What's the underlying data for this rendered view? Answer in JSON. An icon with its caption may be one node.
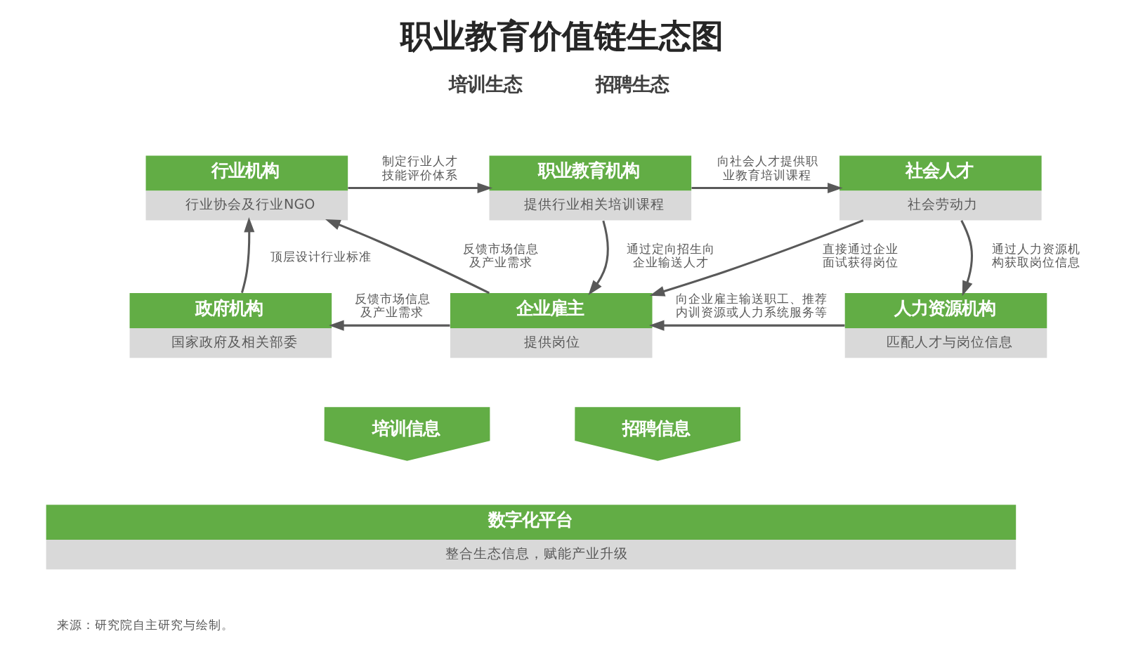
{
  "diagram": {
    "title": "职业教育价值链生态图",
    "nodes": [
      {
        "text": [
          "行业机构",
          "行业协会及行业NGO"
        ]
      },
      {
        "text": [
          "职业教育机构",
          "提供行业相关培训课程"
        ]
      },
      {
        "text": [
          "社会人才",
          "社会劳动力"
        ]
      },
      {
        "text": [
          "政府机构",
          "国家政府及相关部委"
        ]
      },
      {
        "text": [
          "企业雇主",
          "提供岗位"
        ]
      },
      {
        "text": [
          "人力资源机构",
          "匹配人才与岗位信息"
        ]
      },
      {
        "text": [
          "培训信息"
        ]
      },
      {
        "text": [
          "招聘信息"
        ]
      },
      {
        "text": [
          "数字化平台",
          "整合生态信息，赋能产业升级"
        ]
      }
    ],
    "edges": [
      {
        "from": 0,
        "to": 1,
        "arrow": "to",
        "label": "制定行业人才技能评价体系"
      },
      {
        "from": 1,
        "to": 2,
        "arrow": "to",
        "label": "向社会人才提供职业教育培训课程"
      },
      {
        "from": 3,
        "to": 0,
        "arrow": "to",
        "label": "顶层设计行业标准"
      },
      {
        "from": 4,
        "to": 0,
        "arrow": "to",
        "label": "反馈市场信息及产业需求"
      },
      {
        "from": 1,
        "to": 4,
        "arrow": "to",
        "label": "通过定向招生向企业输送人才"
      },
      {
        "from": 2,
        "to": 4,
        "arrow": "to",
        "label": "直接通过企业面试获得岗位"
      },
      {
        "from": 2,
        "to": 5,
        "arrow": "to",
        "label": "通过人力资源机构获取岗位信息"
      },
      {
        "from": 4,
        "to": 3,
        "arrow": "to",
        "label": "反馈市场信息及产业需求"
      },
      {
        "from": 5,
        "to": 4,
        "arrow": "to",
        "label": "向企业雇主输送职工、推荐内训资源或人力系统服务等"
      }
    ],
    "labels": [
      "培训生态",
      "招聘生态",
      "来源：研究院自主研究与绘制。"
    ]
  }
}
